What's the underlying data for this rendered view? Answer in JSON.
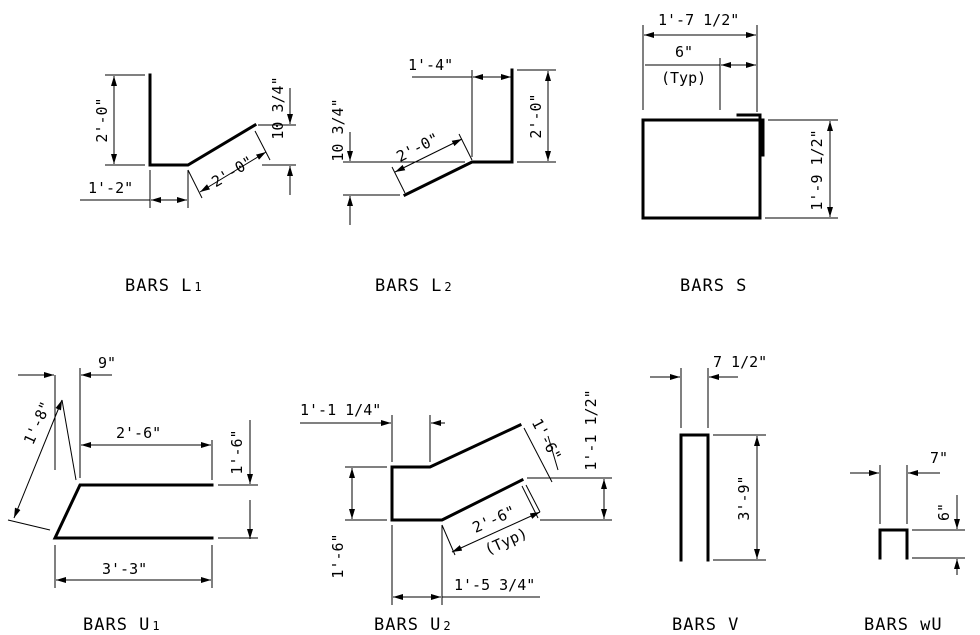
{
  "diagrams": [
    {
      "title": "BARS L1",
      "title_base": "BARS L",
      "title_suffix": "1",
      "dims": {
        "height": "2'-0\"",
        "rise": "10 3/4\"",
        "slope": "2'-0\"",
        "base": "1'-2\""
      }
    },
    {
      "title": "BARS L2",
      "title_base": "BARS L",
      "title_suffix": "2",
      "dims": {
        "height": "2'-0\"",
        "rise": "10 3/4\"",
        "slope": "2'-0\"",
        "top": "1'-4\""
      }
    },
    {
      "title": "BARS S",
      "dims": {
        "width": "1'-7 1/2\"",
        "hook": "6\"",
        "hook_note": "(Typ)",
        "height": "1'-9 1/2\""
      }
    },
    {
      "title": "BARS U1",
      "title_base": "BARS U",
      "title_suffix": "1",
      "dims": {
        "offset": "9\"",
        "slope": "1'-8\"",
        "top_length": "2'-6\"",
        "height": "1'-6\"",
        "bottom_length": "3'-3\""
      }
    },
    {
      "title": "BARS U2",
      "title_base": "BARS U",
      "title_suffix": "2",
      "dims": {
        "top_left": "1'-1 1/4\"",
        "slope_top": "1'-6\"",
        "rise": "1'-1 1/2\"",
        "height": "1'-6\"",
        "slope_bottom": "2'-6\"",
        "slope_note": "(Typ)",
        "bottom": "1'-5 3/4\""
      }
    },
    {
      "title": "BARS V",
      "dims": {
        "width": "7 1/2\"",
        "height": "3'-9\""
      }
    },
    {
      "title": "BARS wU",
      "dims": {
        "width": "7\"",
        "height": "6\""
      }
    }
  ]
}
